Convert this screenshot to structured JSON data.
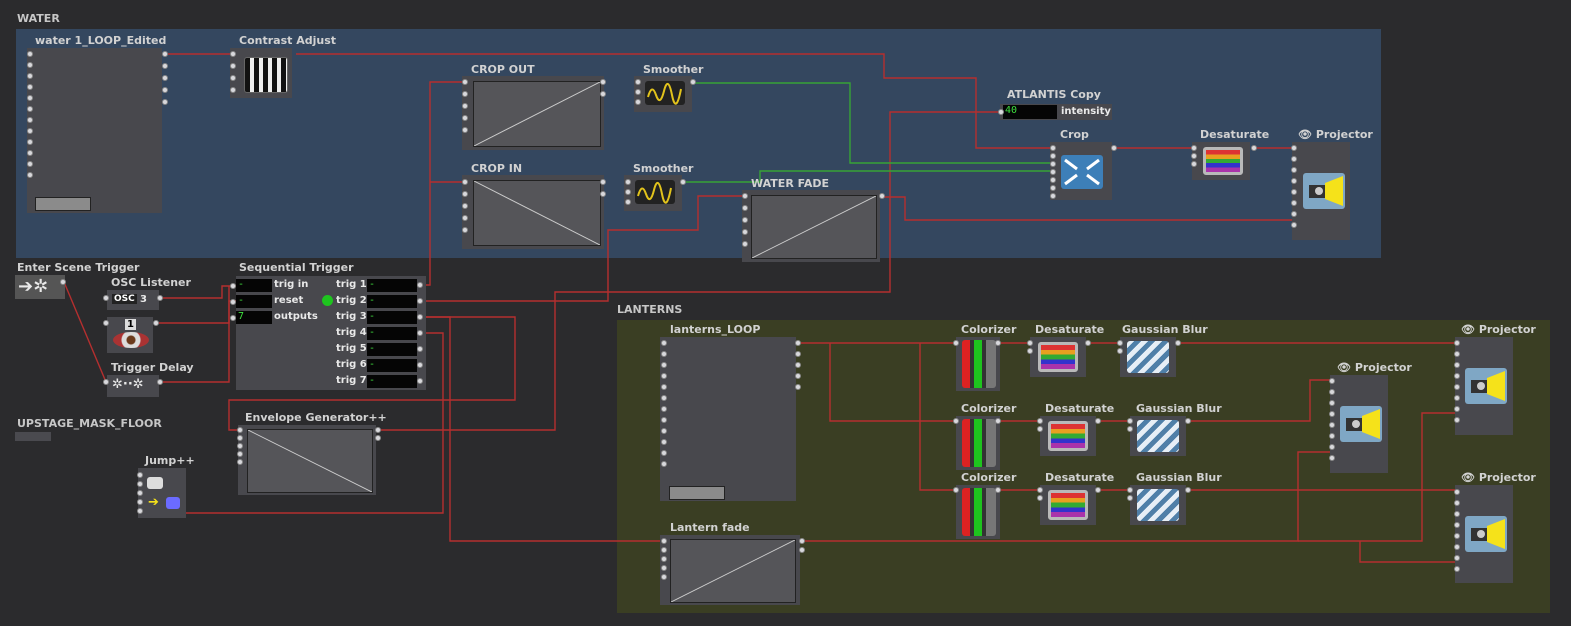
{
  "groups": {
    "water": "WATER",
    "lanterns": "LANTERNS",
    "upstage_mask_floor": "UPSTAGE_MASK_FLOOR"
  },
  "actors": {
    "water_loop": "water 1_LOOP_Edited",
    "contrast_adjust": "Contrast Adjust",
    "crop_out": "CROP OUT",
    "smoother_1": "Smoother",
    "crop_in": "CROP IN",
    "smoother_2": "Smoother",
    "water_fade": "WATER FADE",
    "atlantis_copy": "ATLANTIS Copy",
    "crop": "Crop",
    "desaturate_water": "Desaturate",
    "projector_water": "Projector",
    "enter_scene_trigger": "Enter Scene Trigger",
    "osc_listener": "OSC Listener",
    "trigger_delay": "Trigger Delay",
    "sequential_trigger": "Sequential Trigger",
    "envelope_generator": "Envelope Generator++",
    "jump": "Jump++",
    "lanterns_loop": "lanterns_LOOP",
    "lantern_fade": "Lantern fade",
    "colorizer_1": "Colorizer",
    "colorizer_2": "Colorizer",
    "colorizer_3": "Colorizer",
    "desaturate_1": "Desaturate",
    "desaturate_2": "Desaturate",
    "desaturate_3": "Desaturate",
    "gaussian_blur_1": "Gaussian Blur",
    "gaussian_blur_2": "Gaussian Blur",
    "gaussian_blur_3": "Gaussian Blur",
    "projector_1": "Projector",
    "projector_2": "Projector",
    "projector_3": "Projector"
  },
  "atlantis": {
    "value": "40",
    "label": "intensity"
  },
  "osc": {
    "badge": "OSC",
    "channel": "3"
  },
  "eye_counter": "1",
  "sequential": {
    "inputs": [
      {
        "value": "-",
        "label": "trig in"
      },
      {
        "value": "-",
        "label": "reset"
      },
      {
        "value": "7",
        "label": "outputs"
      }
    ],
    "outputs": [
      {
        "label": "trig 1",
        "value": "-"
      },
      {
        "label": "trig 2",
        "value": "-"
      },
      {
        "label": "trig 3",
        "value": "-"
      },
      {
        "label": "trig 4",
        "value": "-"
      },
      {
        "label": "trig 5",
        "value": "-"
      },
      {
        "label": "trig 6",
        "value": "-"
      },
      {
        "label": "trig 7",
        "value": "-"
      }
    ]
  },
  "colors": {
    "background": "#2b2b2d",
    "water_group": "#34475f",
    "lanterns_group": "#3a3e23",
    "wire": "#b52f2f",
    "wire_green": "#36a336",
    "field_text": "#3ee03e"
  }
}
